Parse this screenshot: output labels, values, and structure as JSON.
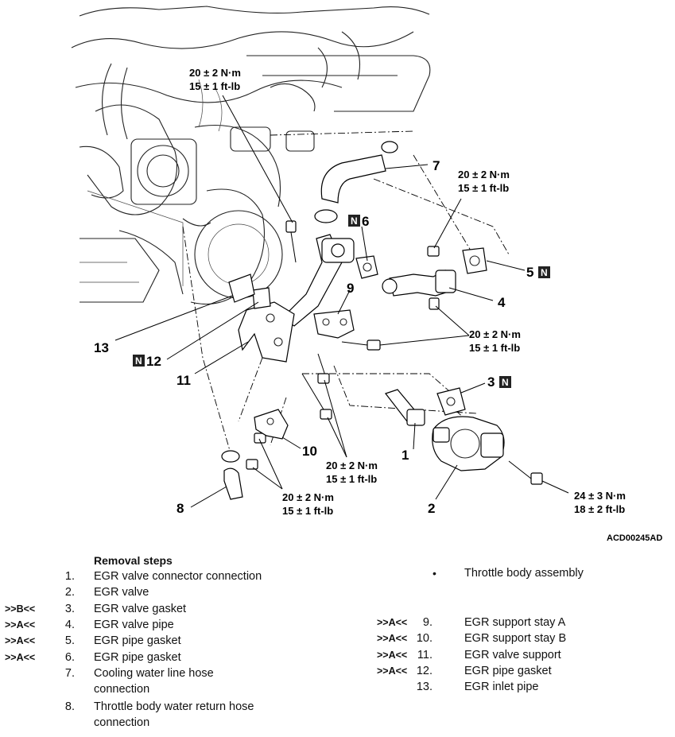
{
  "figure": {
    "id": "ACD00245AD",
    "torque_top_nm": "20 ± 2 N·m",
    "torque_top_ftlb": "15 ± 1 ft-lb",
    "torque_right_nm": "20 ± 2 N·m",
    "torque_right_ftlb": "15 ± 1 ft-lb",
    "torque_mid_nm": "20 ± 2 N·m",
    "torque_mid_ftlb": "15 ± 1 ft-lb",
    "torque_bolt_nm": "20 ± 2 N·m",
    "torque_bolt_ftlb": "15 ± 1 ft-lb",
    "torque_lower_nm": "20 ± 2 N·m",
    "torque_lower_ftlb": "15 ± 1 ft-lb",
    "torque_valve_nm": "24 ± 3 N·m",
    "torque_valve_ftlb": "18 ± 2 ft-lb",
    "new_part_mark": "N",
    "callouts": {
      "c1": "1",
      "c2": "2",
      "c3": "3",
      "c4": "4",
      "c5": "5",
      "c6": "6",
      "c7": "7",
      "c8": "8",
      "c9": "9",
      "c10": "10",
      "c11": "11",
      "c12": "12",
      "c13": "13"
    }
  },
  "removal": {
    "title": "Removal steps",
    "left": [
      {
        "mark": "",
        "num": "1.",
        "text": "EGR valve connector connection"
      },
      {
        "mark": "",
        "num": "2.",
        "text": "EGR valve"
      },
      {
        "mark": ">>B<<",
        "num": "3.",
        "text": "EGR valve gasket"
      },
      {
        "mark": ">>A<<",
        "num": "4.",
        "text": "EGR valve pipe"
      },
      {
        "mark": ">>A<<",
        "num": "5.",
        "text": "EGR pipe gasket"
      },
      {
        "mark": ">>A<<",
        "num": "6.",
        "text": "EGR pipe gasket"
      },
      {
        "mark": "",
        "num": "7.",
        "text": "Cooling water line hose",
        "text2": "connection"
      },
      {
        "mark": "",
        "num": "8.",
        "text": "Throttle body water return hose",
        "text2": "connection"
      }
    ],
    "bullet": {
      "symbol": "•",
      "text": "Throttle body assembly"
    },
    "right": [
      {
        "mark": ">>A<<",
        "num": "9.",
        "text": "EGR support stay A"
      },
      {
        "mark": ">>A<<",
        "num": "10.",
        "text": "EGR support stay B"
      },
      {
        "mark": ">>A<<",
        "num": "11.",
        "text": "EGR valve support"
      },
      {
        "mark": ">>A<<",
        "num": "12.",
        "text": "EGR pipe gasket"
      },
      {
        "mark": "",
        "num": "13.",
        "text": "EGR inlet pipe"
      }
    ]
  }
}
